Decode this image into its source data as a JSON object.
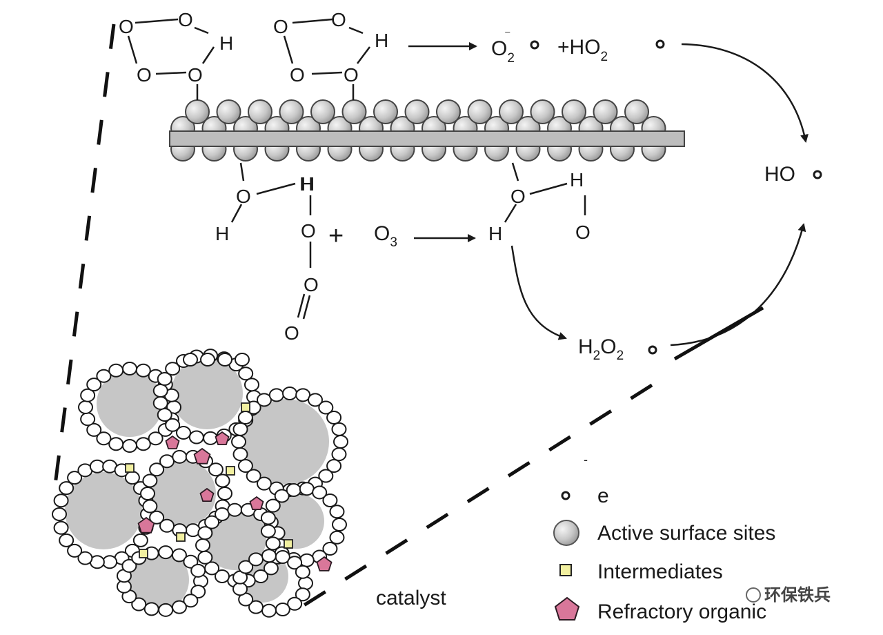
{
  "ring_left": {
    "o1": "O",
    "o2": "O",
    "o3": "O",
    "o4": "O",
    "h": "H"
  },
  "ring_right": {
    "o1": "O",
    "o2": "O",
    "o3": "O",
    "o4": "O",
    "h": "H"
  },
  "product_superoxide": {
    "base": "O",
    "sub": "2",
    "sup": "⁻"
  },
  "product_hydroperoxyl": {
    "plus": "+",
    "base": "HO",
    "sub": "2"
  },
  "hydroxyl_radical": "HO",
  "water_left": {
    "o": "O",
    "h1": "H",
    "h2": "H"
  },
  "peroxide_chain": {
    "h": "H",
    "o1": "O",
    "o2": "O",
    "o3": "O"
  },
  "plus_sign": "+",
  "ozone": {
    "base": "O",
    "sub": "3"
  },
  "water_right": {
    "o": "O",
    "h1": "H",
    "h2": "H",
    "o2": "O"
  },
  "hydrogen_peroxide": {
    "h": "H",
    "sub1": "2",
    "o": "O",
    "sub2": "2"
  },
  "catalyst_label": "catalyst",
  "legend": {
    "electron": "e",
    "electron_superscript": "-",
    "active_sites": "Active surface sites",
    "intermediates": "Intermediates",
    "refractory": "Refractory organic"
  },
  "watermark": "环保铁兵",
  "colors": {
    "active_site_fill": "#c8c8c8",
    "intermediate_fill": "#f2f0a0",
    "refractory_fill": "#d9779a",
    "pore_fill": "#c6c6c6"
  }
}
